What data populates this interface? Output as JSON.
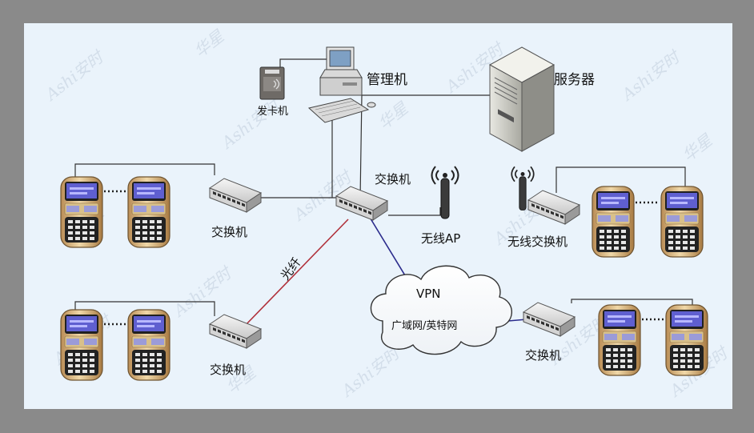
{
  "labels": {
    "management_pc": "管理机",
    "card_issuer": "发卡机",
    "server": "服务器",
    "core_switch": "交换机",
    "left_switch_top": "交换机",
    "left_switch_bottom": "交换机",
    "right_switch_bottom": "交换机",
    "wireless_ap": "无线AP",
    "wireless_switch": "无线交换机",
    "fiber": "光纤",
    "vpn": "VPN",
    "wan": "广域网/英特网"
  },
  "watermark": {
    "brand_latin": "Ashi安时",
    "brand_cn": "华星"
  },
  "colors": {
    "panel_bg": "#eaf3fb",
    "frame": "#8a8a8a",
    "line": "#333333",
    "fiber": "#b0303a",
    "vpn_link": "#2b2b8c",
    "terminal_screen": "#5f5fd0",
    "terminal_body": "#caa26a"
  },
  "icons": {
    "terminal": "card-terminal-icon",
    "switch": "network-switch-icon",
    "server": "server-tower-icon",
    "computer": "desktop-computer-icon",
    "card_reader": "card-reader-icon",
    "antenna": "wireless-antenna-icon",
    "cloud": "cloud-icon"
  }
}
